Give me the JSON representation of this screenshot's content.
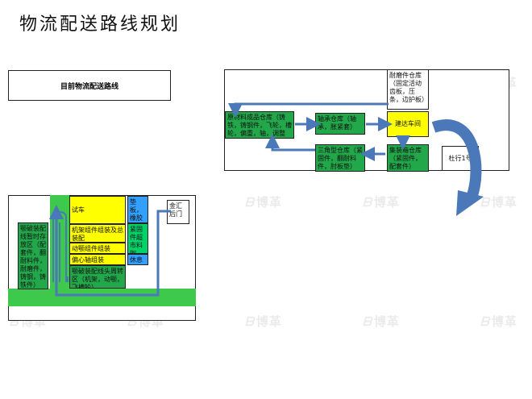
{
  "title": "物流配送路线规划",
  "current_route_label": "目前物流配送路线",
  "watermark": "博革",
  "right_plan": {
    "boxes": {
      "consumables": "耐磨件仓库（固定活动齿板，压条，边护板）",
      "raw_material": "原材料成品仓库（铸铁，铸钢件，飞轮，槽轮，偏重，轴，调整座，肘板等）",
      "bearing": "轴承仓库（轴承，胀紧套）",
      "workshop": "建达车间",
      "triangle": "三角型仓库（紧固件，翻耐料件，肘板垫）",
      "container": "集装箱仓库（紧固件，配套件）",
      "dufang": "杜行1号"
    }
  },
  "left_plan": {
    "boxes": {
      "left_storage": "颚破装配线暂时存放区（配套件，翻耐料件，耐磨件，铸钢，铸铁件）",
      "test": "试车",
      "frame": "机架组件组装及总装配",
      "moving_jaw": "动颚组件组装",
      "eccentric": "偏心轴组装",
      "line_head": "颚破装配线头周转区（机架，动颚，飞槽轮）",
      "gasket": "垫板，橡胶垫存放区",
      "fastener": "紧固件超市料架",
      "rest": "休息区",
      "jinhui": "金汇后门"
    }
  }
}
